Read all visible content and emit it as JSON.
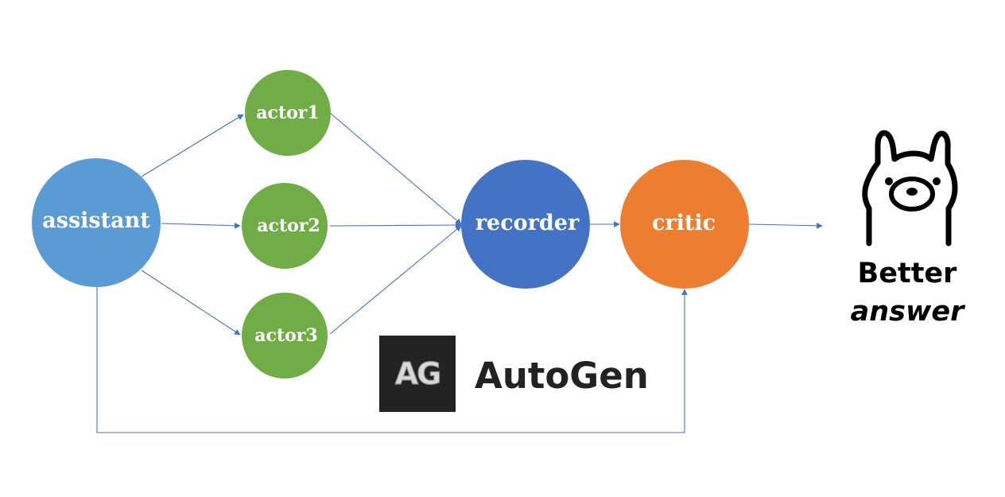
{
  "nodes": {
    "assistant": {
      "label": "assistant",
      "color": "#5b9bd5"
    },
    "actor1": {
      "label": "actor1",
      "color": "#70ad47"
    },
    "actor2": {
      "label": "actor2",
      "color": "#70ad47"
    },
    "actor3": {
      "label": "actor3",
      "color": "#70ad47"
    },
    "recorder": {
      "label": "recorder",
      "color": "#4472c4"
    },
    "critic": {
      "label": "critic",
      "color": "#ed7d31"
    }
  },
  "edges": [
    {
      "from": "assistant",
      "to": "actor1"
    },
    {
      "from": "assistant",
      "to": "actor2"
    },
    {
      "from": "assistant",
      "to": "actor3"
    },
    {
      "from": "actor1",
      "to": "recorder"
    },
    {
      "from": "actor2",
      "to": "recorder"
    },
    {
      "from": "actor3",
      "to": "recorder"
    },
    {
      "from": "recorder",
      "to": "critic"
    },
    {
      "from": "critic",
      "to": "output"
    },
    {
      "from": "assistant",
      "to": "critic"
    }
  ],
  "edge_color": "#4472c4",
  "autogen_logo": {
    "badge": "AG",
    "name": "AutoGen",
    "badge_bg": "#222222"
  },
  "output": {
    "line1": "Better",
    "line2": "answer",
    "icon": "llama-icon"
  }
}
